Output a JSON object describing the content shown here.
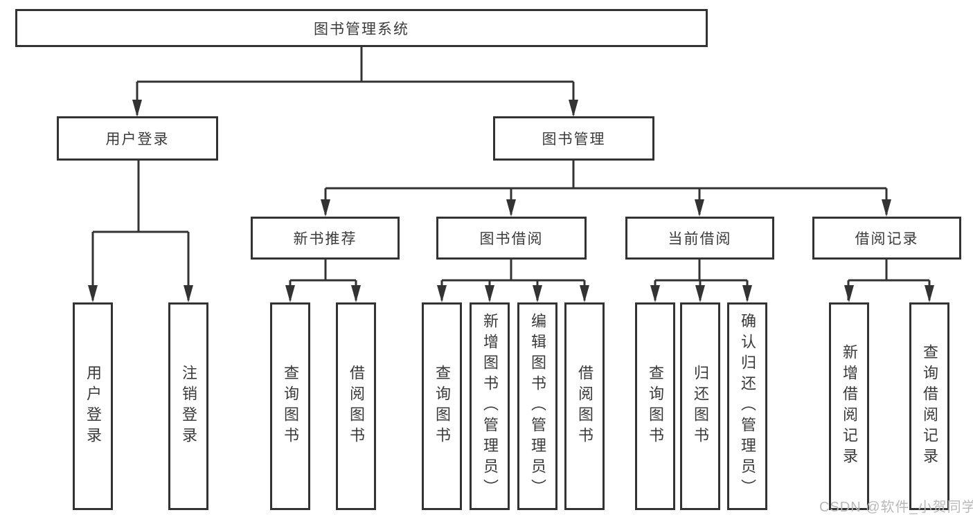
{
  "tree": {
    "root": {
      "label": "图书管理系统",
      "children": [
        {
          "label": "用户登录",
          "children": [
            {
              "label": "用户登录"
            },
            {
              "label": "注销登录"
            }
          ]
        },
        {
          "label": "图书管理",
          "children": [
            {
              "label": "新书推荐",
              "children": [
                {
                  "label": "查询图书"
                },
                {
                  "label": "借阅图书"
                }
              ]
            },
            {
              "label": "图书借阅",
              "children": [
                {
                  "label": "查询图书"
                },
                {
                  "label": "新增图书（管理员）"
                },
                {
                  "label": "编辑图书（管理员）"
                },
                {
                  "label": "借阅图书"
                }
              ]
            },
            {
              "label": "当前借阅",
              "children": [
                {
                  "label": "查询图书"
                },
                {
                  "label": "归还图书"
                },
                {
                  "label": "确认归还（管理员）"
                }
              ]
            },
            {
              "label": "借阅记录",
              "children": [
                {
                  "label": "新增借阅记录"
                },
                {
                  "label": "查询借阅记录"
                }
              ]
            }
          ]
        }
      ]
    }
  },
  "watermark": {
    "text": "CSDN @软件_小贺同学"
  },
  "colors": {
    "line": "#333333",
    "box_border": "#333333",
    "box_fill": "#ffffff",
    "text": "#3a3a3a",
    "watermark": "#b9b9b9"
  }
}
